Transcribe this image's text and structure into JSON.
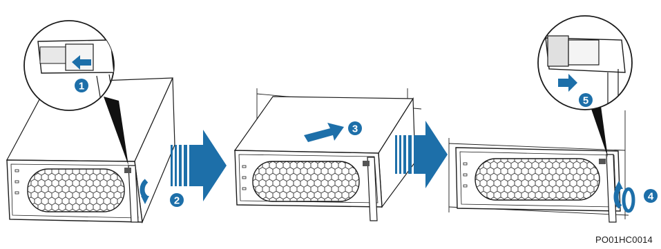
{
  "figure_code": "PO01HC0014",
  "steps": [
    "1",
    "2",
    "3",
    "4",
    "5"
  ],
  "colors": {
    "accent_blue": "#1d6fa9",
    "line": "#1a1a1a",
    "panel_fill": "#ffffff"
  },
  "icons": [
    "arrow-left-icon",
    "rotate-down-icon",
    "arrow-up-right-icon",
    "rotate-up-icon",
    "arrow-right-icon",
    "transition-arrow-icon"
  ]
}
